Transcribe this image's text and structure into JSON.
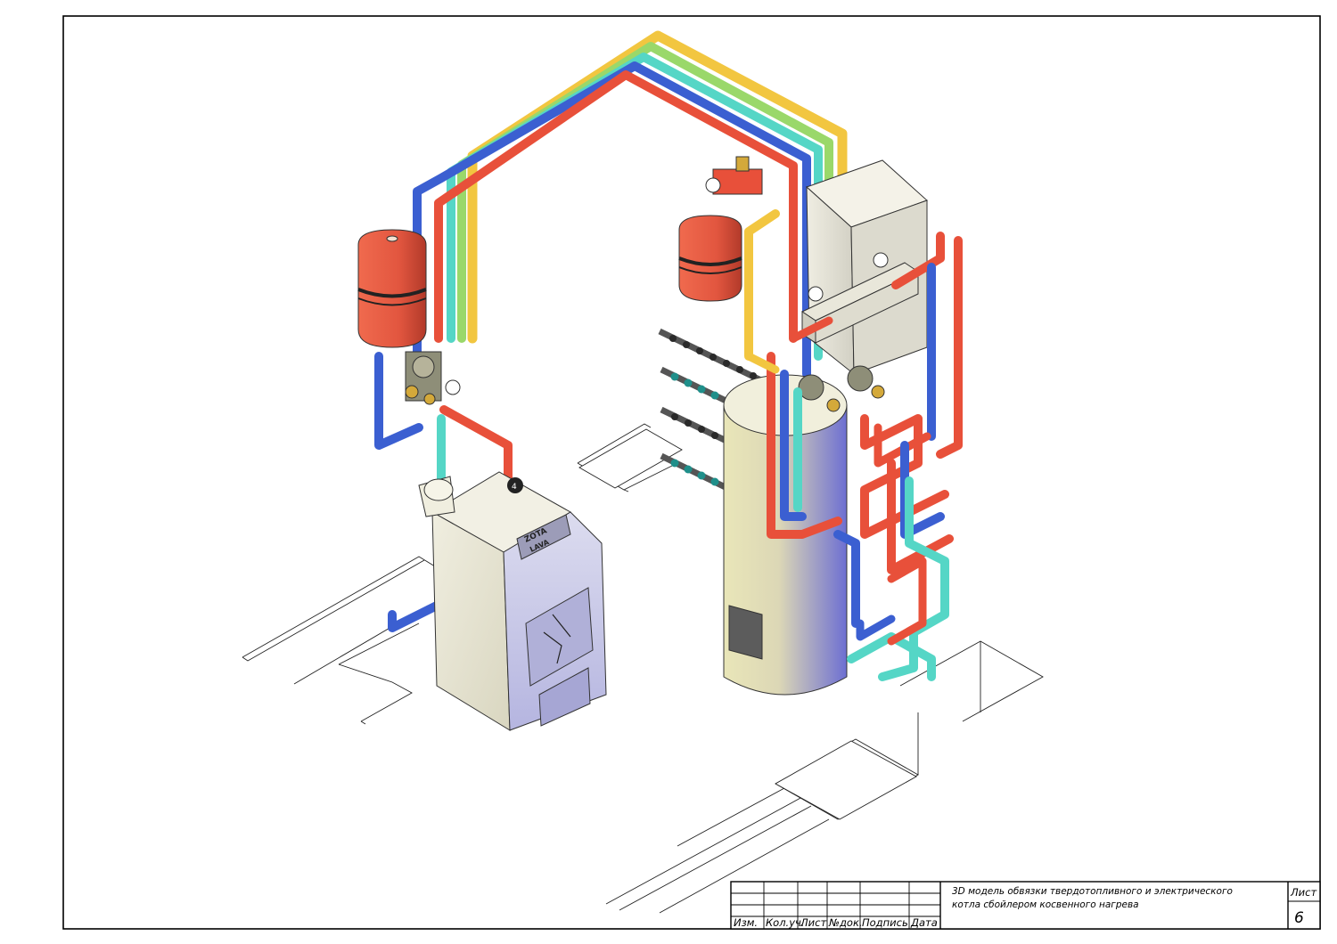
{
  "colors": {
    "pipe_red": "#e8503a",
    "pipe_blue": "#3b5fd1",
    "pipe_yellow": "#f2c640",
    "pipe_green": "#9ad86a",
    "pipe_cyan": "#55d6c6",
    "tank_red": "#e2563f",
    "boiler_body": "#e2dfc6",
    "boiler_front": "#c4c4e6",
    "cylinder_light": "#e9e6b8",
    "cylinder_shade": "#6d6fd2",
    "cabinet": "#e6e3d6",
    "frame": "#000000"
  },
  "icons": [
    "gauge-icon",
    "pump-icon",
    "valve-icon",
    "manifold-icon"
  ],
  "boiler": {
    "brand_line1": "ZOTA",
    "brand_line2": "LAVA",
    "badge": "4"
  },
  "title_block": {
    "headers": [
      "Изм.",
      "Кол.уч.",
      "Лист",
      "№док.",
      "Подпись",
      "Дата"
    ],
    "description_line1": "3D  модель обвязки твердотопливного и электрического",
    "description_line2": "котла сбойлером косвенного нагрева",
    "sheet_label": "Лист",
    "sheet_number": "6"
  }
}
